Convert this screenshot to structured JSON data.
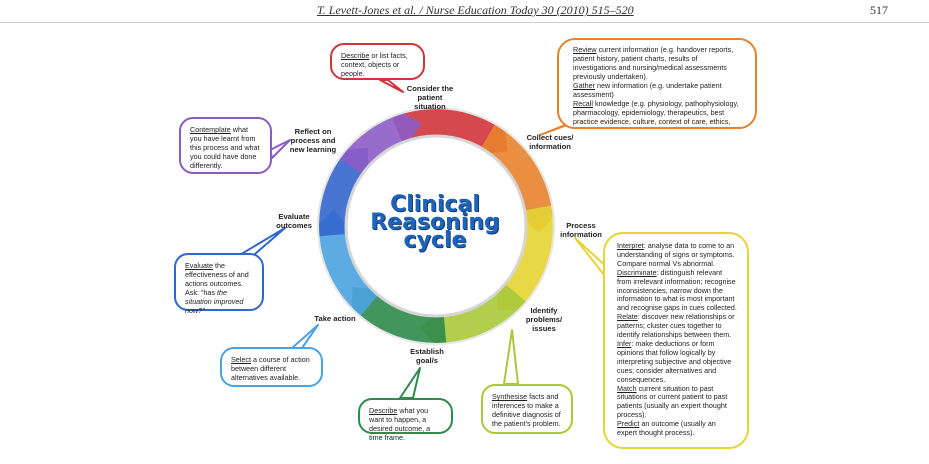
{
  "header": {
    "journal": "T. Levett-Jones et al. / Nurse Education Today 30 (2010) 515–520",
    "page": "517"
  },
  "center_title": [
    "Clinical",
    "Reasoning",
    "cycle"
  ],
  "stages": {
    "consider": "Consider the patient situation",
    "collect": "Collect cues/ information",
    "process": "Process information",
    "identify": "Identify problems/ issues",
    "establish": "Establish goal/s",
    "take_action": "Take action",
    "evaluate": "Evaluate outcomes",
    "reflect": "Reflect on process and new learning"
  },
  "boxes": {
    "describe": {
      "kw": "Describe",
      "text": " or list facts, context, objects or people."
    },
    "review": {
      "review_kw": "Review",
      "review_text": " current information (e.g. handover reports, patient history, patient charts, results of investigations and nursing/medical assessments previously undertaken).",
      "gather_kw": "Gather",
      "gather_text": " new information (e.g. undertake patient assessment)",
      "recall_kw": "Recall",
      "recall_text": " knowledge (e.g. physiology, pathophysiology, pharmacology, epidemiology, therapeutics, best practice evidence, culture, context of care, ethics,"
    },
    "contemplate": {
      "kw": "Contemplate",
      "text": " what you have learnt from this process and what you could have done differently."
    },
    "evaluate": {
      "kw": "Evaluate",
      "text": " the effectiveness of and actions outcomes. Ask: “has ",
      "italic": "the situation improved now?”"
    },
    "select": {
      "kw": "Select",
      "text": " a course of action between different alternatives available."
    },
    "describe2": {
      "kw": "Describe",
      "text": " what you want to happen, a desired outcome, a time frame."
    },
    "synthesise": {
      "kw": "Synthesise",
      "text": " facts and inferences to make a definitive diagnosis of the patient’s problem."
    },
    "interpret": {
      "interpret_kw": "Interpret",
      "interpret_text": ": analyse data to come to an understanding of signs or symptoms. Compare normal Vs abnormal.",
      "discriminate_kw": "Discriminate",
      "discriminate_text": ": distinguish relevant from irrelevant information; recognise inconsistencies, narrow down the information to what is most important and recognise gaps in cues collected.",
      "relate_kw": "Relate",
      "relate_text": ": discover new relationships or patterns; cluster cues together to identify relationships between them.",
      "infer_kw": "Infer",
      "infer_text": ": make deductions or form opinions that follow logically by interpreting subjective and objective cues; consider alternatives and consequences.",
      "match_kw": "Match",
      "match_text": " current situation to past situations or current patient to past patients (usually an expert thought process).",
      "predict_kw": "Predict",
      "predict_text": " an outcome (usually an expert thought process)."
    }
  },
  "colors": {
    "red": "#d0343b",
    "orange": "#e8822c",
    "yellow": "#e6d432",
    "lime": "#a9c93a",
    "green": "#2f8a4c",
    "lightblue": "#4aa3e0",
    "blue": "#3366cc",
    "purple": "#8c5cc6"
  }
}
